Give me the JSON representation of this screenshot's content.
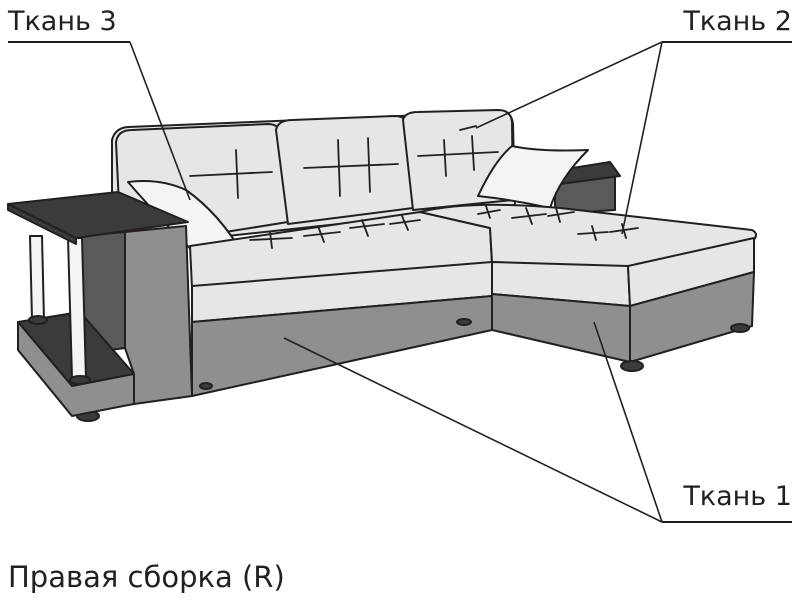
{
  "labels": {
    "fabric3": "Ткань 3",
    "fabric2": "Ткань 2",
    "fabric1": "Ткань 1"
  },
  "caption": "Правая сборка (R)",
  "colors": {
    "fabric_light": "#e6e6e6",
    "fabric_mid": "#8f8f8f",
    "dark_wood": "#3b3b3b",
    "outline": "#231f20"
  }
}
